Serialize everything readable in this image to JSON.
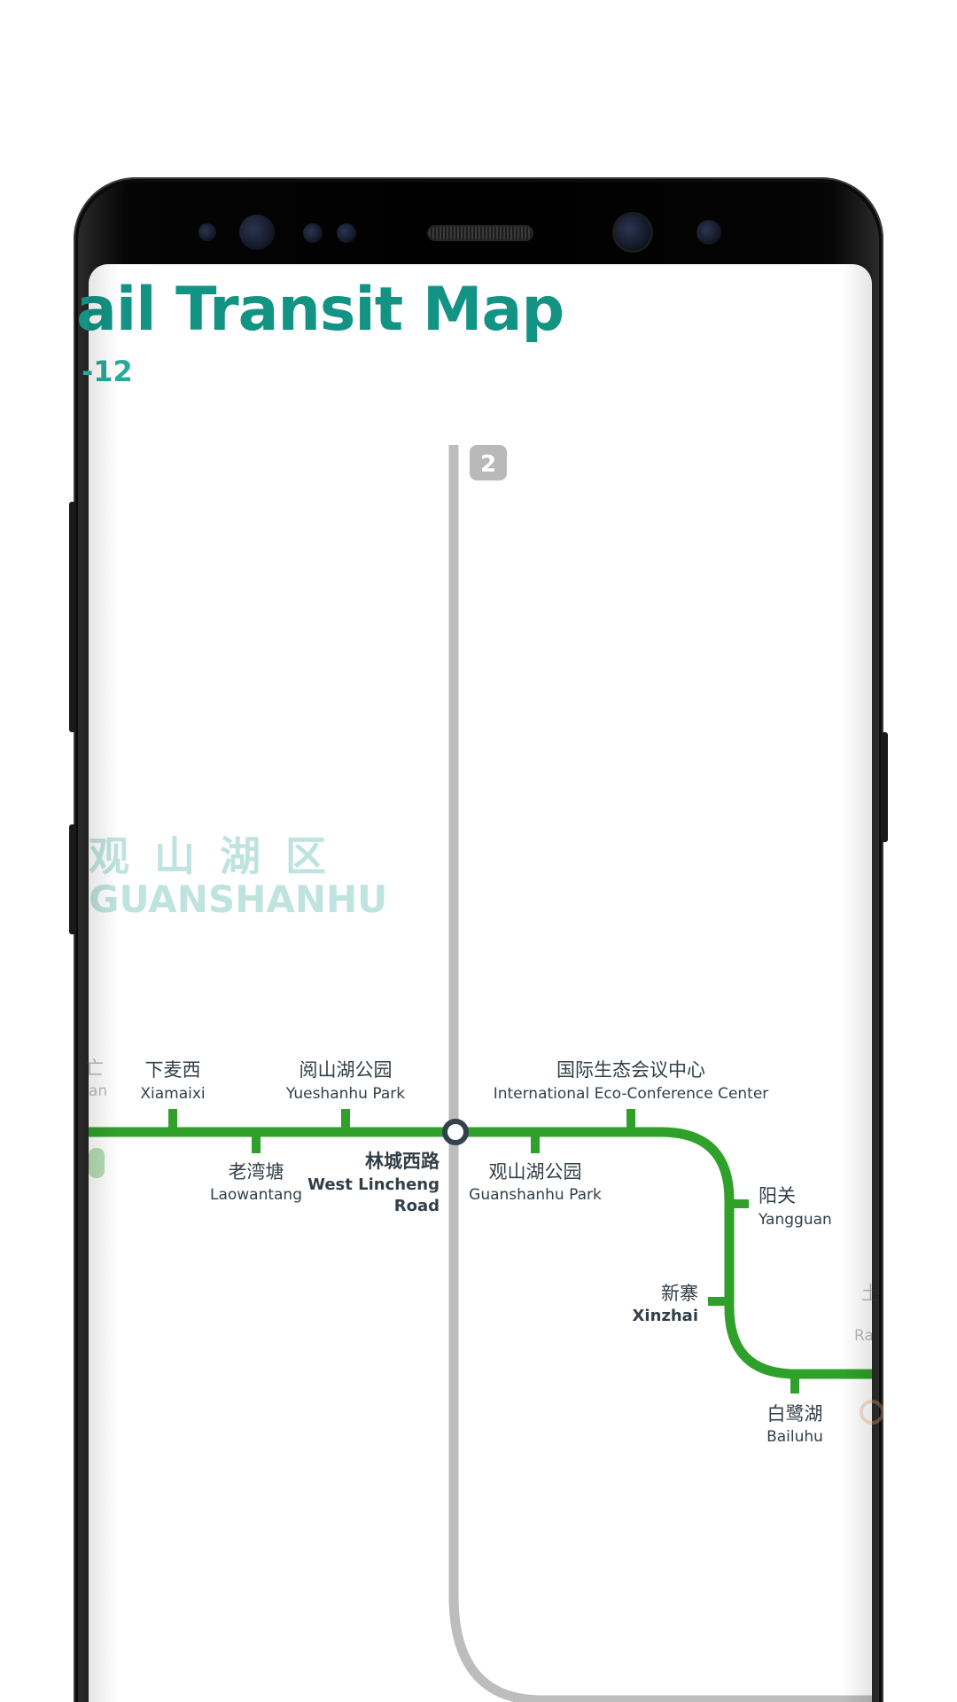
{
  "map": {
    "title": "ail Transit Map",
    "subtitle": "-12",
    "district": {
      "cn": "观山湖区",
      "en": "GUANSHANHU"
    },
    "line_badge": "2",
    "colors": {
      "line1_green": "#2fa12a",
      "line2_gray": "#bdbdbd",
      "title_teal": "#139384",
      "district_teal": "#bfe3de",
      "station_text": "#333f48"
    },
    "stations_left": [
      {
        "cn": "下麦西",
        "en": "Xiamaixi"
      },
      {
        "cn": "老湾塘",
        "en": "Laowantang"
      },
      {
        "cn": "阅山湖公园",
        "en": "Yueshanhu Park"
      }
    ],
    "interchange": {
      "cn": "林城西路",
      "en1": "West Lincheng",
      "en2": "Road"
    },
    "stations_right": [
      {
        "cn": "观山湖公园",
        "en": "Guanshanhu Park"
      },
      {
        "cn": "国际生态会议中心",
        "en": "International Eco-Conference Center"
      },
      {
        "cn": "阳关",
        "en": "Yangguan"
      },
      {
        "cn": "新寨",
        "en": "Xinzhai"
      },
      {
        "cn": "白鹭湖",
        "en": "Bailuhu"
      }
    ],
    "partial_labels": {
      "left_en": "an",
      "left_cn": "亡",
      "right_en": "Ra",
      "right_cn": "土"
    }
  }
}
